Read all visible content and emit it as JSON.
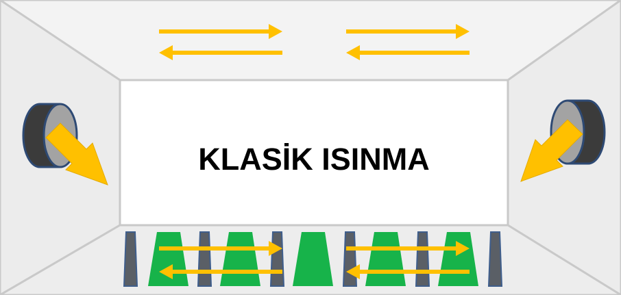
{
  "title": "KLASİK ISINMA",
  "colors": {
    "wall": "#efefef",
    "wall_edge": "#c9c9c9",
    "back_wall": "#ffffff",
    "arrow": "#ffc000",
    "arrow_shadow": "#d99a00",
    "speaker_body": "#3b3b3b",
    "speaker_rim": "#2e4a74",
    "speaker_face": "#9c9c9c",
    "post": "#5a5f66",
    "post_rim": "#3f5e8c",
    "green_block": "#17b34a"
  },
  "elements": {
    "ceiling_arrow_pairs": 2,
    "floor_arrow_pairs": 2,
    "side_heaters": [
      "left",
      "right"
    ],
    "floor_items": [
      "post",
      "green",
      "post",
      "green",
      "post",
      "green",
      "post",
      "green",
      "post",
      "green",
      "post"
    ]
  },
  "icons": {
    "heater": "radiator-heater-icon",
    "flow_arrow": "airflow-arrow-icon",
    "heat_arrow": "heat-direction-arrow-icon"
  }
}
